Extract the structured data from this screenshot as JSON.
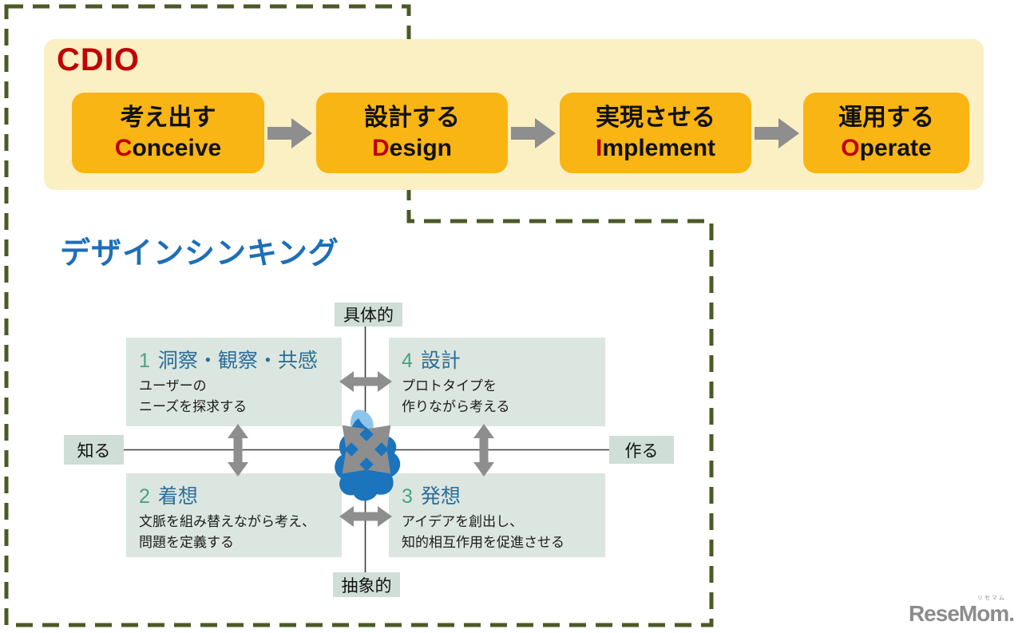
{
  "cdio": {
    "title": "CDIO",
    "steps": [
      {
        "jp": "考え出す",
        "en_first": "C",
        "en_rest": "onceive"
      },
      {
        "jp": "設計する",
        "en_first": "D",
        "en_rest": "esign"
      },
      {
        "jp": "実現させる",
        "en_first": "I",
        "en_rest": "mplement"
      },
      {
        "jp": "運用する",
        "en_first": "O",
        "en_rest": "perate"
      }
    ]
  },
  "design_thinking": {
    "title": "デザインシンキング",
    "axis": {
      "top": "具体的",
      "bottom": "抽象的",
      "left": "知る",
      "right": "作る"
    },
    "quadrants": [
      {
        "num": "1",
        "title": "洞察・観察・共感",
        "line1": "ユーザーの",
        "line2": "ニーズを探求する"
      },
      {
        "num": "2",
        "title": "着想",
        "line1": "文脈を組み替えながら考え、",
        "line2": "問題を定義する"
      },
      {
        "num": "3",
        "title": "発想",
        "line1": "アイデアを創出し、",
        "line2": "知的相互作用を促進させる"
      },
      {
        "num": "4",
        "title": "設計",
        "line1": "プロトタイプを",
        "line2": "作りながら考える"
      }
    ]
  },
  "logo": {
    "text": "ReseMom.",
    "ruby": "リセマム"
  },
  "colors": {
    "border_dash": "#4B5A26",
    "banner_bg": "#FBEFC4",
    "step_bg": "#F9B513",
    "accent_red": "#C00000",
    "cdio_title_red": "#BE0505",
    "arrow_gray": "#8E8E8E",
    "dt_title_blue": "#1C6FB8",
    "quad_bg": "#DBE6E0",
    "axis_label_bg": "#CFDED7",
    "quad_num_green": "#4CA184",
    "quad_title_blue": "#2C6D99",
    "axis_line": "#3C3C3C",
    "blob_blue": "#1B74BC",
    "blob_light_blue": "#8CC5EA",
    "logo_gray": "#8C8C8C"
  }
}
